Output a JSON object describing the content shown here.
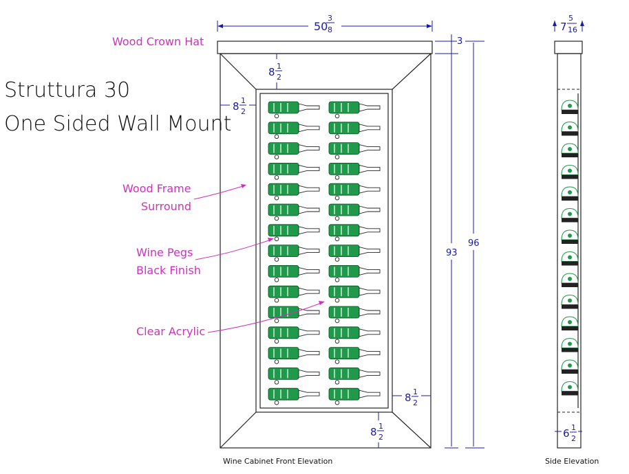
{
  "title": {
    "line1": "Struttura 30",
    "line2": "One Sided Wall Mount"
  },
  "labels": {
    "crown": "Wood Crown Hat",
    "frame_line1": "Wood Frame",
    "frame_line2": "Surround",
    "pegs_line1": "Wine Pegs",
    "pegs_line2": "Black Finish",
    "acrylic": "Clear Acrylic"
  },
  "dimensions": {
    "overall_width": {
      "whole": "50",
      "num": "3",
      "den": "8"
    },
    "crown_height": "3",
    "inner_height": "93",
    "overall_height": "96",
    "top_margin": {
      "whole": "8",
      "num": "1",
      "den": "2"
    },
    "left_margin": {
      "whole": "8",
      "num": "1",
      "den": "2"
    },
    "right_margin": {
      "whole": "8",
      "num": "1",
      "den": "2"
    },
    "bottom_margin": {
      "whole": "8",
      "num": "1",
      "den": "2"
    },
    "side_depth": {
      "whole": "7",
      "num": "5",
      "den": "16"
    },
    "side_bottom": {
      "whole": "6",
      "num": "1",
      "den": "2"
    }
  },
  "captions": {
    "front": "Wine Cabinet Front Elevation",
    "side": "Side Elevation"
  },
  "rack": {
    "rows": 15,
    "columns": 2
  },
  "side_rack": {
    "count": 14
  },
  "colors": {
    "label": "#d030c0",
    "dimension": "#1a1aa8",
    "bottle": "#1e9a4a"
  }
}
